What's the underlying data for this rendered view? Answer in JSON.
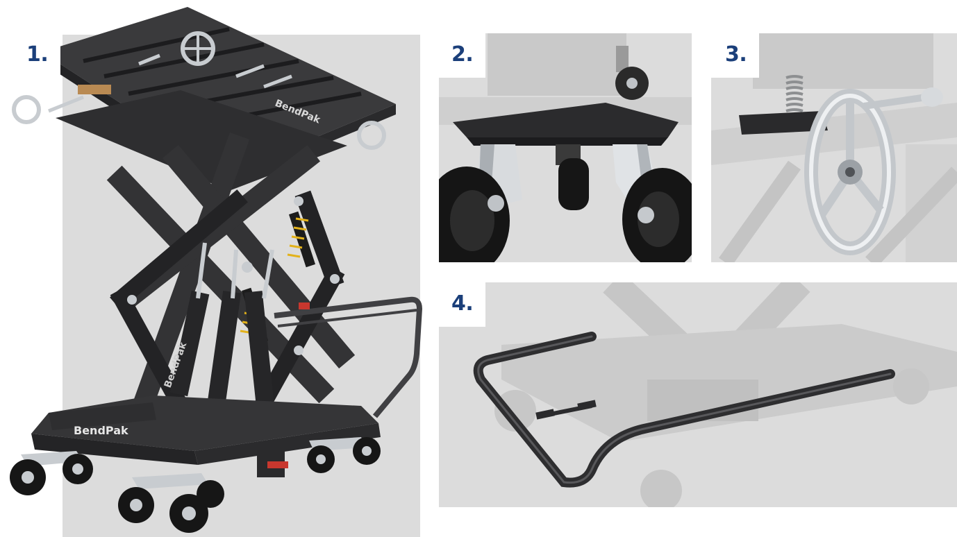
{
  "panels": [
    {
      "number": "1.",
      "subject": "scissor-lift-table-overview"
    },
    {
      "number": "2.",
      "subject": "caster-wheels-closeup"
    },
    {
      "number": "3.",
      "subject": "handwheel-closeup"
    },
    {
      "number": "4.",
      "subject": "push-handle-closeup"
    }
  ],
  "branding": {
    "platform_logo_text": "BendPak",
    "base_logo_text": "BendPak",
    "cylinder_logo_text": "BendPak"
  },
  "colors": {
    "label_text": "#1b3f7a",
    "panel_background": "#dcdcdc",
    "frame": "#3a3a3c",
    "frame_dark": "#232325",
    "chrome": "#c8ccd0",
    "wheel": "#1a1a1a",
    "hazard_yellow": "#e3b21a"
  }
}
